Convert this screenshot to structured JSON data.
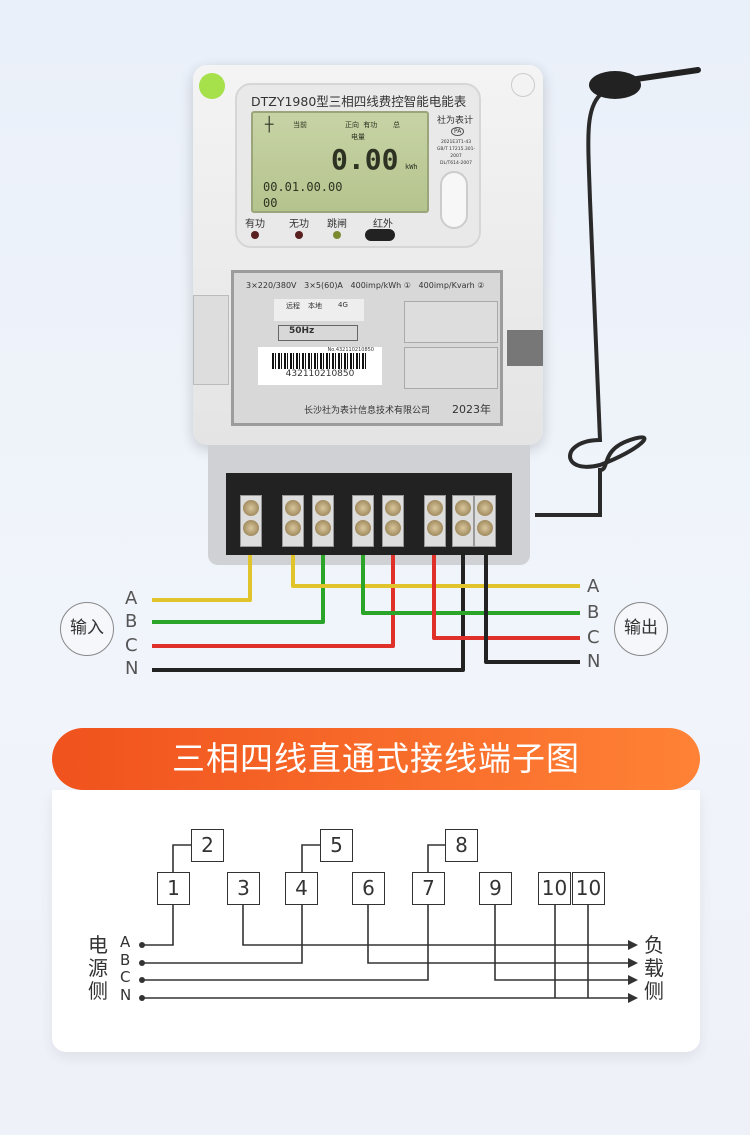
{
  "meter": {
    "model_title": "DTZY1980型三相四线费控智能电能表",
    "lcd": {
      "current": "当前",
      "direction": "正向 有功",
      "total": "总",
      "energy_label": "电量",
      "reading": "0.00",
      "unit": "kWh",
      "date": "00.01.00.00",
      "sub": "00"
    },
    "brand": "社为表计",
    "cert": "PA",
    "standards": [
      "2021E3T1-43",
      "GB/T 17215.301-2007",
      "DL/T614-2007"
    ],
    "indicators": [
      "有功",
      "无功",
      "跳闸",
      "红外"
    ],
    "rating": "3×220/380V   3×5(60)A   400imp/kWh ①   400imp/Kvarh ②",
    "comm": [
      "远程",
      "本地",
      "4G"
    ],
    "frequency": "50Hz",
    "serial_small": "No.432110210850",
    "barcode": "432110210850",
    "manufacturer": "长沙社为表计信息技术有限公司",
    "year": "2023年"
  },
  "wiring_photo": {
    "input_label": "输入",
    "output_label": "输出",
    "phases": [
      "A",
      "B",
      "C",
      "N"
    ],
    "colors": {
      "A": "#e1c42b",
      "B": "#2aa52a",
      "C": "#e0302a",
      "N": "#222222"
    }
  },
  "banner": {
    "title": "三相四线直通式接线端子图"
  },
  "diagram": {
    "source_label": "电源侧",
    "load_label": "负载侧",
    "phases": [
      "A",
      "B",
      "C",
      "N"
    ],
    "terminals_bottom": [
      "1",
      "3",
      "4",
      "6",
      "7",
      "9",
      "10",
      "10"
    ],
    "terminals_top": [
      "2",
      "5",
      "8"
    ]
  }
}
